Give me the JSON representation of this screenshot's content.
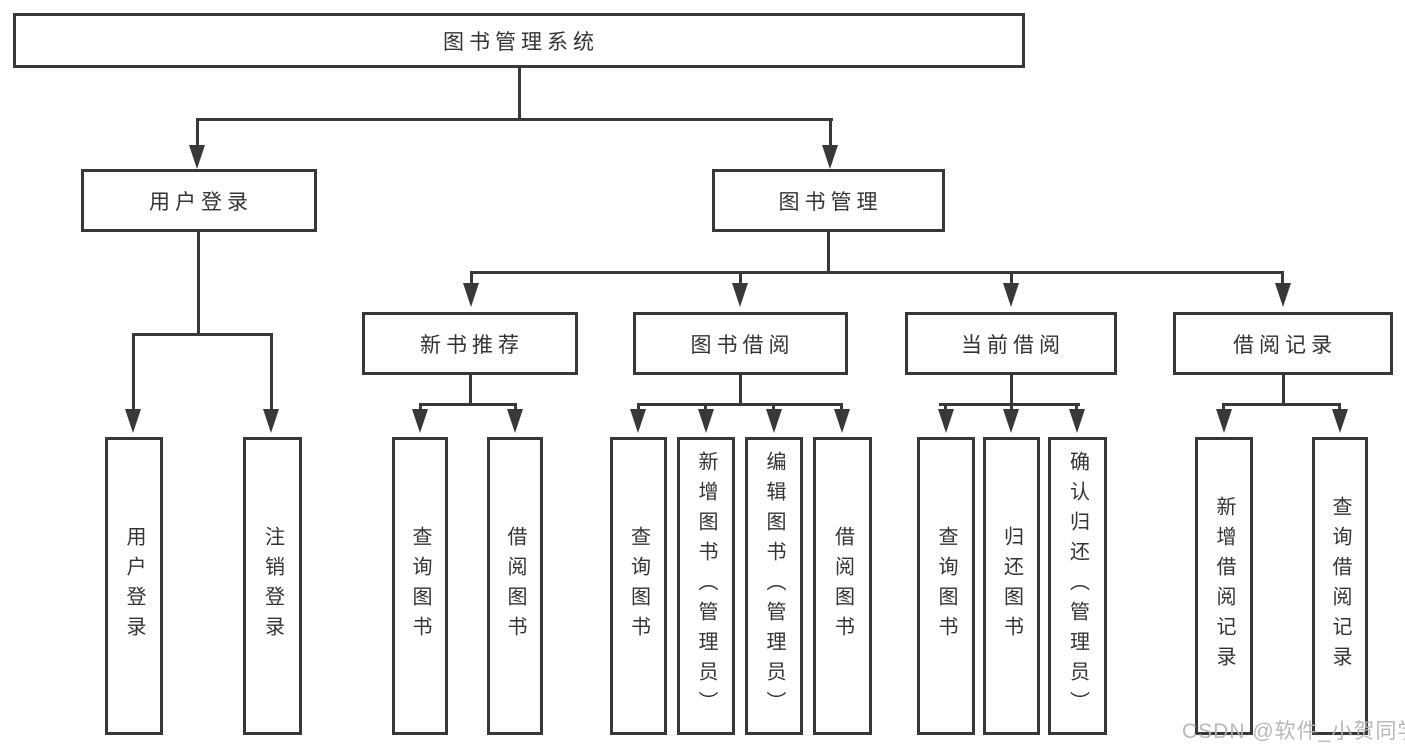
{
  "diagram": {
    "title": "图书管理系统",
    "branches": [
      {
        "label": "用户登录",
        "children": [
          {
            "label": "用户登录"
          },
          {
            "label": "注销登录"
          }
        ]
      },
      {
        "label": "图书管理",
        "sections": [
          {
            "label": "新书推荐",
            "children": [
              {
                "label": "查询图书"
              },
              {
                "label": "借阅图书"
              }
            ]
          },
          {
            "label": "图书借阅",
            "children": [
              {
                "label": "查询图书"
              },
              {
                "label": "新增图书（管理员）"
              },
              {
                "label": "编辑图书（管理员）"
              },
              {
                "label": "借阅图书"
              }
            ]
          },
          {
            "label": "当前借阅",
            "children": [
              {
                "label": "查询图书"
              },
              {
                "label": "归还图书"
              },
              {
                "label": "确认归还（管理员）"
              }
            ]
          },
          {
            "label": "借阅记录",
            "children": [
              {
                "label": "新增借阅记录"
              },
              {
                "label": "查询借阅记录"
              }
            ]
          }
        ]
      }
    ],
    "watermark": "CSDN @软件_小贺同学",
    "colors": {
      "line": "#383838",
      "text": "#333333",
      "watermark": "#b2b2b2",
      "background": "#ffffff"
    }
  }
}
